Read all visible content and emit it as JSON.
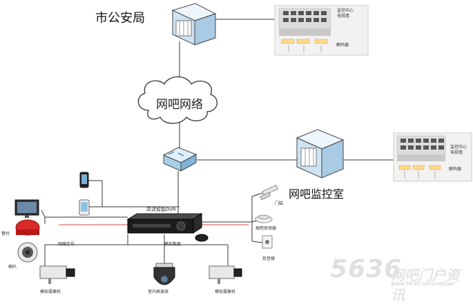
{
  "title": "5636 网吧门户资讯 network topology diagram",
  "nodes": {
    "police": "市公安局",
    "cloud": "网吧网络",
    "netbar_room": "网吧监控室",
    "dvr": "高清智能DVR"
  },
  "monitor_center": {
    "caption": "监控中心\n电视墙",
    "decoder": "解码器"
  },
  "peripherals": {
    "door_magnet": "门磁",
    "smoke_detector": "烟感探测器",
    "pickup": "拾音器",
    "alarm": "警铃",
    "horn": "喇叭",
    "analog_camera_left": "模拟摄像机",
    "dome_camera": "室内高速球",
    "analog_camera_right": "模拟摄像机",
    "network_signal": "网络信号",
    "analog_data": "模拟数据"
  },
  "watermark": {
    "number": "5636",
    "site": "网吧门户资讯",
    "url": "www.5636.com/netbar/"
  }
}
